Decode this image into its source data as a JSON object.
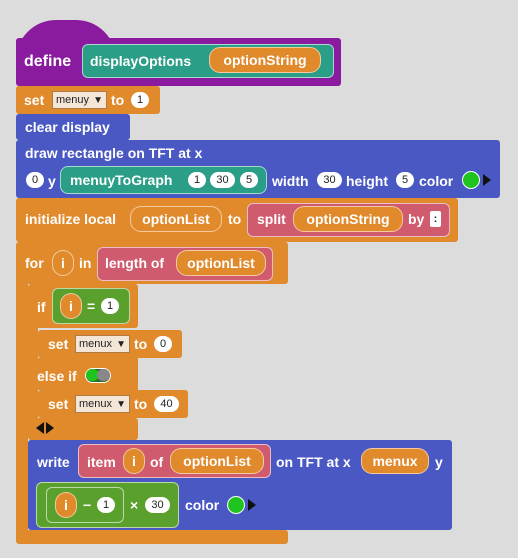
{
  "define": {
    "keyword": "define",
    "proc_name": "displayOptions",
    "param": "optionString"
  },
  "set1": {
    "keyword": "set",
    "var": "menuy",
    "caret": "▼",
    "to": "to",
    "value": "1"
  },
  "clear": {
    "label": "clear display"
  },
  "draw_rect": {
    "label": "draw rectangle on TFT at x",
    "x_value": "0",
    "y_label": "y",
    "func": "menuyToGraph",
    "arg1": "1",
    "arg2": "30",
    "arg3": "5",
    "width_label": "width",
    "width_value": "30",
    "height_label": "height",
    "height_value": "5",
    "color_label": "color",
    "color_hex": "#1fc41f"
  },
  "init_local": {
    "label": "initialize local",
    "var": "optionList",
    "to": "to",
    "split": "split",
    "arg": "optionString",
    "by": "by",
    "sep": ":"
  },
  "for_loop": {
    "for": "for",
    "var": "i",
    "in": "in",
    "length_of": "length of",
    "list": "optionList"
  },
  "if_block": {
    "if": "if",
    "var": "i",
    "op": "=",
    "value": "1",
    "set": "set",
    "set_var": "menux",
    "caret": "▼",
    "to": "to",
    "set_value": "0",
    "else_if": "else if",
    "set2": "set",
    "set2_var": "menux",
    "set2_to": "to",
    "set2_value": "40"
  },
  "write": {
    "label": "write",
    "item": "item",
    "item_var": "i",
    "of": "of",
    "list": "optionList",
    "on_tft": "on TFT at x",
    "x_var": "menux",
    "y_label": "y",
    "expr_var": "i",
    "minus": "−",
    "minus_val": "1",
    "times": "×",
    "times_val": "30",
    "color_label": "color",
    "color_hex": "#1fc41f"
  },
  "colors": {
    "background": "#dcdcdc",
    "orange": "#e08a2c",
    "blue": "#4a58c4",
    "teal": "#2a9e86",
    "green": "#5aa02c",
    "pink": "#d05a6e",
    "purple": "#8a1a9e"
  }
}
